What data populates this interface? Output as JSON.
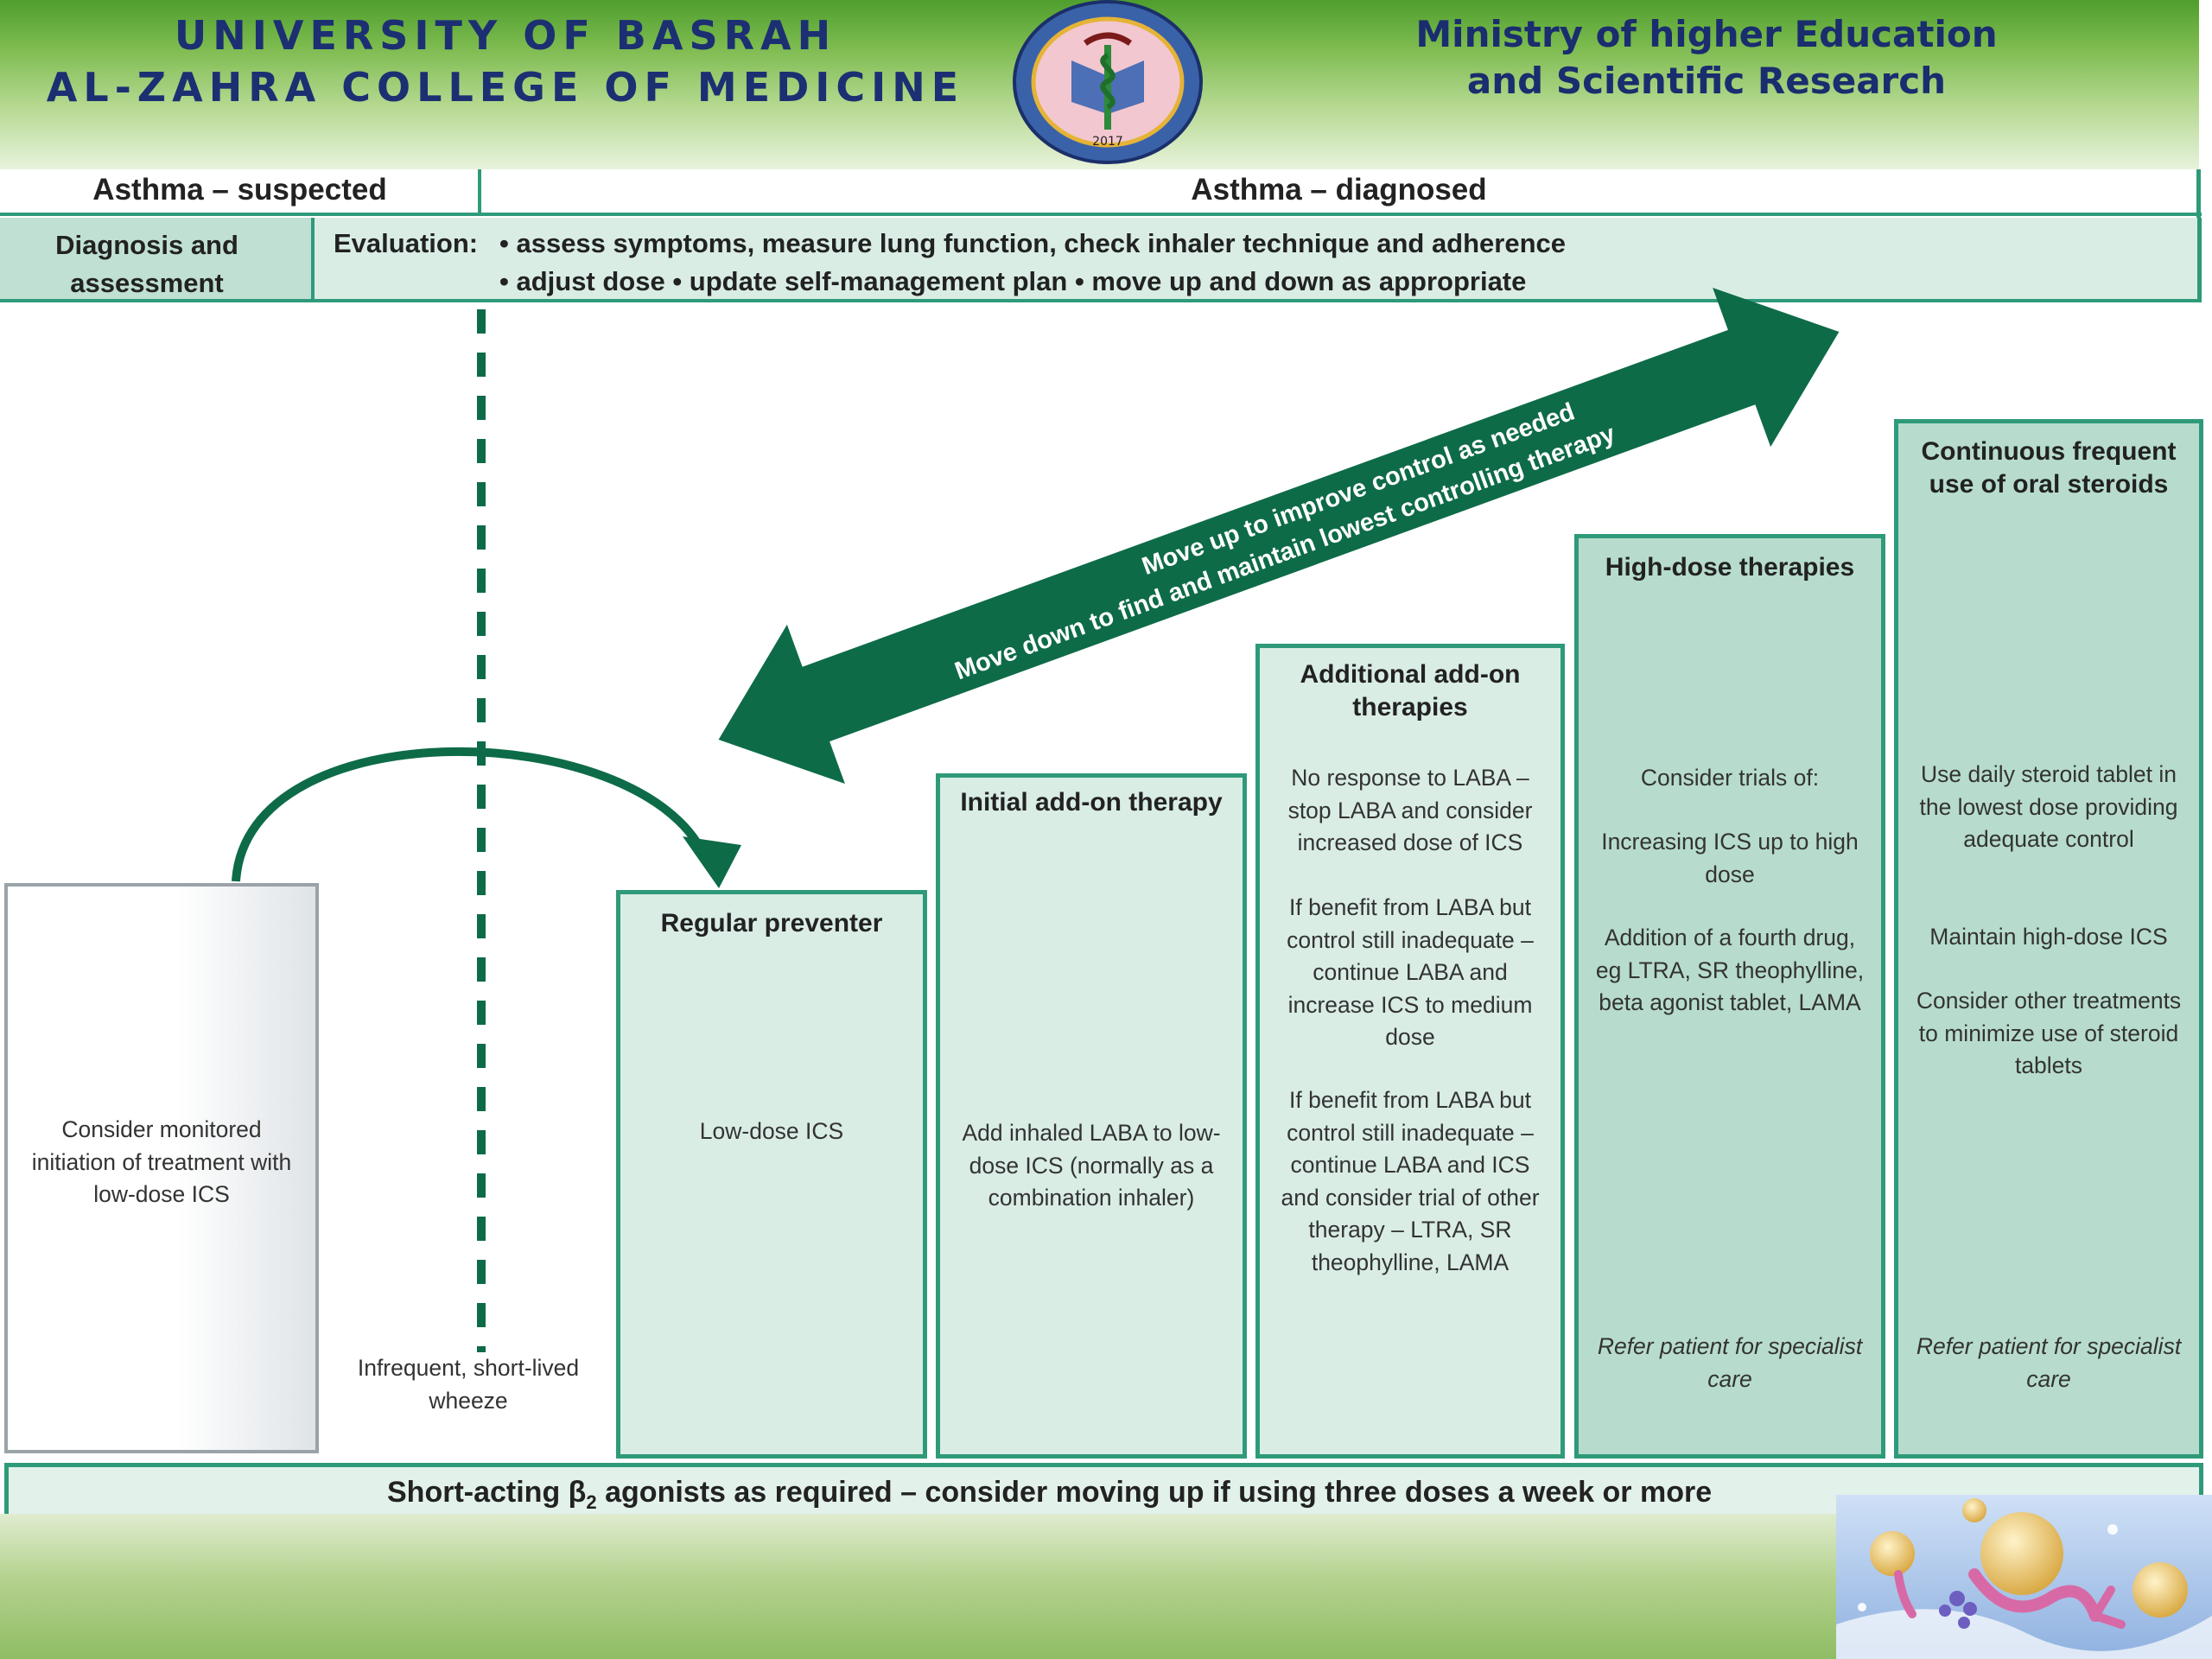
{
  "header": {
    "university_line1": "UNIVERSITY OF BASRAH",
    "university_line2": "AL-ZAHRA COLLEGE OF MEDICINE",
    "ministry_line1": "Ministry of higher Education",
    "ministry_line2": "and Scientific Research",
    "logo_year": "2017"
  },
  "phases": {
    "suspected": "Asthma – suspected",
    "diagnosed": "Asthma – diagnosed"
  },
  "assessment": {
    "label": "Diagnosis and assessment",
    "evaluation_prefix": "Evaluation:",
    "line1": "• assess symptoms, measure lung function, check inhaler technique and adherence",
    "line2": "• adjust dose • update self-management plan • move up and down as appropriate"
  },
  "arrow": {
    "up_text": "Move up to improve control as needed",
    "down_text": "Move down to find and maintain lowest controlling therapy"
  },
  "steps": {
    "monitored": "Consider monitored initiation of treatment with low-dose ICS",
    "wheeze": "Infrequent, short-lived wheeze",
    "regular": {
      "title": "Regular preventer",
      "text": "Low-dose ICS"
    },
    "initial": {
      "title": "Initial add-on therapy",
      "text": "Add inhaled LABA to low-dose ICS (normally as a combination inhaler)"
    },
    "additional": {
      "title": "Additional add-on therapies",
      "p1": "No response to LABA – stop LABA and consider increased dose of ICS",
      "p2": "If benefit from LABA but control still inadequate – continue LABA and increase ICS to medium dose",
      "p3": "If benefit from LABA but control still inadequate – continue LABA and ICS and consider trial of other therapy – LTRA, SR theophylline, LAMA"
    },
    "high": {
      "title": "High-dose therapies",
      "p1": "Consider trials of:",
      "p2": "Increasing ICS up to high dose",
      "p3": "Addition of a fourth drug, eg LTRA, SR theophylline, beta agonist tablet, LAMA",
      "refer": "Refer patient for specialist care"
    },
    "continuous": {
      "title": "Continuous frequent use of oral steroids",
      "p1": "Use daily steroid tablet in the lowest dose providing adequate control",
      "p2": "Maintain high-dose ICS",
      "p3": "Consider other treatments to minimize use of steroid tablets",
      "refer": "Refer patient for specialist care"
    }
  },
  "bottom_bar": {
    "pre": "Short-acting β",
    "sub": "2",
    "post": " agonists as required – consider moving up if using three doses a week or more"
  },
  "colors": {
    "accent_green": "#0e6b48",
    "box_border": "#2f9a7a",
    "title_blue": "#1c2f72"
  }
}
